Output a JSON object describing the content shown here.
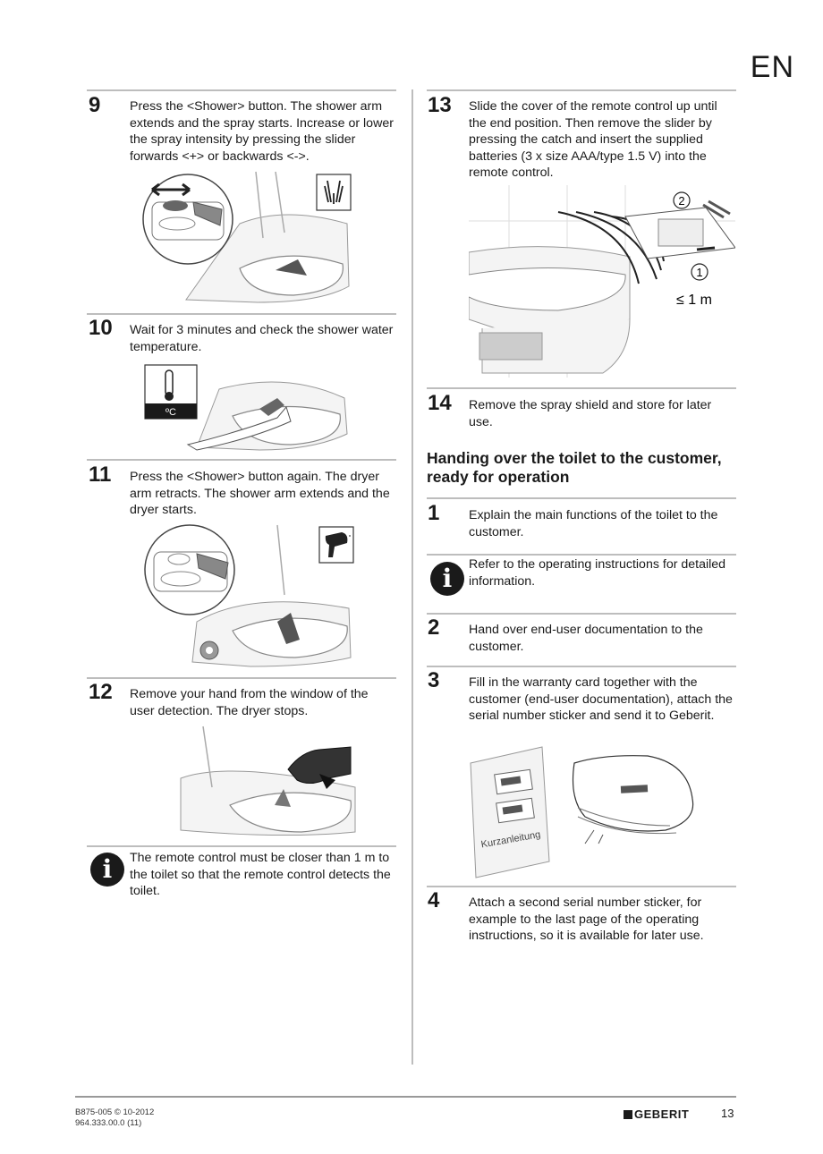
{
  "language": "EN",
  "left_steps": [
    {
      "num": "9",
      "text": "Press the <Shower> button. The shower arm extends and the spray starts. Increase or lower the spray intensity by pressing the slider forwards <+> or backwards <->."
    },
    {
      "num": "10",
      "text": "Wait for 3 minutes and check the shower water temperature."
    },
    {
      "num": "11",
      "text": "Press the <Shower> button again. The dryer arm retracts. The shower arm extends and the dryer starts."
    },
    {
      "num": "12",
      "text": "Remove your hand from the window of the user detection. The dryer stops."
    }
  ],
  "left_note": "The remote control must be closer than 1 m to the toilet so that the remote control detects the toilet.",
  "temperature_label": "ºC",
  "right_steps": [
    {
      "num": "13",
      "text": "Slide the cover of the remote control up until the end position. Then remove the slider by pressing the catch and insert the supplied batteries (3 x size AAA/type 1.5 V) into the remote control."
    },
    {
      "num": "14",
      "text": "Remove the spray shield and store for later use."
    }
  ],
  "remote_callouts": {
    "one": "1",
    "two": "2",
    "distance": "≤ 1 m"
  },
  "section_heading": "Handing over the toilet to the customer, ready for operation",
  "handover_steps": [
    {
      "num": "1",
      "text": "Explain the main functions of the toilet to the customer."
    },
    {
      "num": "2",
      "text": "Hand over end-user documentation to the customer."
    },
    {
      "num": "3",
      "text": "Fill in the warranty card together with the customer (end-user documentation), attach the serial number sticker and send it to Geberit."
    },
    {
      "num": "4",
      "text": "Attach a second serial number sticker, for example to the last page of the operating instructions, so it is available for later use."
    }
  ],
  "handover_note": "Refer to the operating instructions for detailed information.",
  "booklet_label": "Kurzanleitung",
  "footer": {
    "doc_code": "B875-005 © 10-2012",
    "doc_number": "964.333.00.0 (11)",
    "brand": "GEBERIT",
    "page": "13"
  }
}
